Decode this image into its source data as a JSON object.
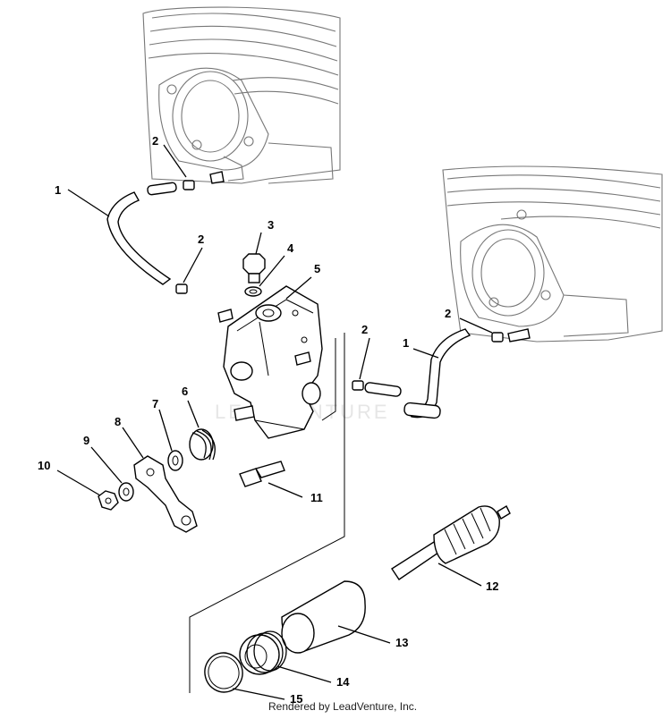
{
  "callouts": {
    "1a": "1",
    "1b": "1",
    "2a": "2",
    "2b": "2",
    "2c": "2",
    "2d": "2",
    "3": "3",
    "4": "4",
    "5": "5",
    "6": "6",
    "7": "7",
    "8": "8",
    "9": "9",
    "10": "10",
    "11": "11",
    "12": "12",
    "13": "13",
    "14": "14",
    "15": "15"
  },
  "watermark": "LEADVENTURE",
  "credit": "Rendered by LeadVenture, Inc."
}
